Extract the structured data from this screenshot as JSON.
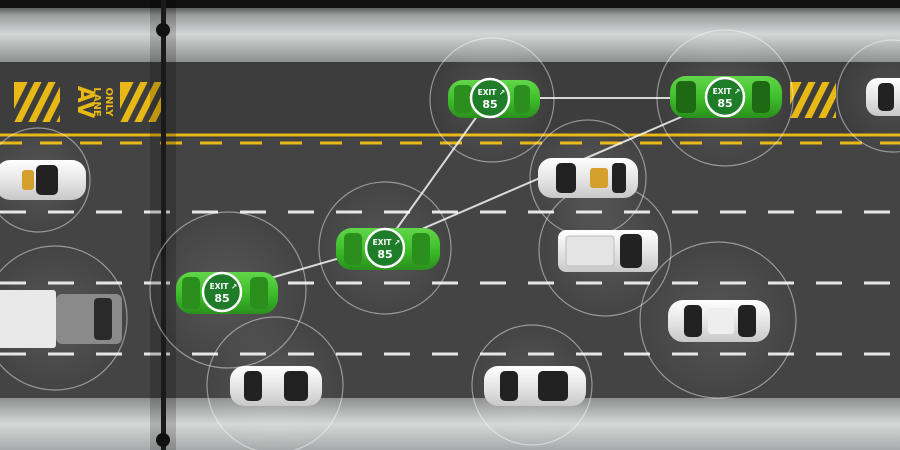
{
  "scene": {
    "lane_marking_text": [
      "AV",
      "LANE",
      "ONLY"
    ],
    "exit_badge": {
      "top": "EXIT",
      "arrow": "↗",
      "number": "85"
    }
  },
  "colors": {
    "road": "#434343",
    "av_lane": "#3f3f3f",
    "shoulder_top": "#bfc2c2",
    "shoulder_bottom": "#c9cccc",
    "lane_dash": "#e6e6e6",
    "yellow_line": "#e8b816",
    "av_car": "#3fbf2c",
    "av_car_dark": "#2e9420",
    "badge": "#1f7d2a",
    "white_car": "#f2f2f2",
    "radar_ring": "#ffffff"
  }
}
